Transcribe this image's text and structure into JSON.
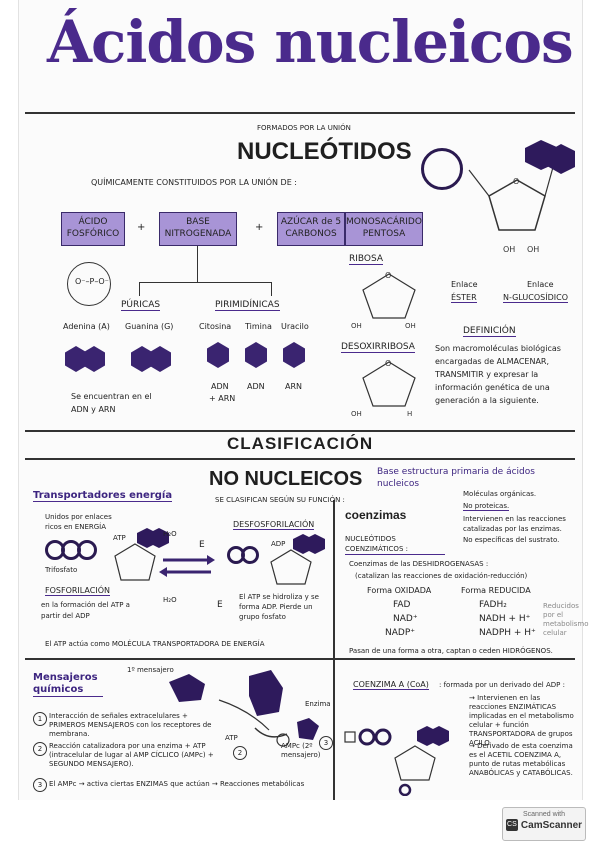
{
  "title": "Ácidos nucleicos",
  "section1": {
    "formados": "FORMADOS POR LA UNIÓN",
    "heading": "NUCLEÓTIDOS",
    "quimica": "QUÍMICAMENTE CONSTITUIDOS POR LA UNIÓN DE :",
    "box_acido": "ÁCIDO FOSFÓRICO",
    "box_base": "BASE NITROGENADA",
    "box_azucar_left": "AZÚCAR de 5 CARBONOS",
    "box_azucar_right": "MONOSACÁRIDO PENTOSA",
    "plus": "+",
    "puricas": "PÚRICAS",
    "pirimidinicas": "PIRIMIDÍNICAS",
    "adenina": "Adenina (A)",
    "guanina": "Guanina (G)",
    "citosina": "Citosina",
    "timina": "Timina",
    "uracilo": "Uracilo",
    "encuentran": "Se encuentran en el ADN y ARN",
    "adn": "ADN",
    "arn": "ARN",
    "plus_arn": "+ ARN",
    "ribosa": "RIBOSA",
    "desoxirribosa": "DESOXIRRIBOSA",
    "enlace_ester_1": "Enlace",
    "enlace_ester_2": "ÉSTER",
    "enlace_glu_1": "Enlace",
    "enlace_glu_2": "N-GLUCOSÍDICO",
    "definicion": "DEFINICIÓN",
    "definicion_text": "Son macromoléculas biológicas encargadas de ALMACENAR, TRANSMITIR y expresar la información genética de una generación a la siguiente."
  },
  "section2": {
    "heading": "CLASIFICACIÓN",
    "no_nucleicos": "NO NUCLEICOS",
    "base_estructura": "Base estructura primaria de ácidos nucleicos",
    "clasifican": "SE CLASIFICAN SEGÚN SU FUNCIÓN :",
    "transportadores": "Transportadores energía",
    "unidos": "Unidos por enlaces ricos en ENERGÍA",
    "trifosfato": "Trifosfato",
    "atp": "ATP",
    "adp": "ADP",
    "h2o": "H₂O",
    "e": "E",
    "fosforilacion": "FOSFORILACIÓN",
    "fosforilacion_text": "en la formación del ATP a partir del ADP",
    "desfosforilacion": "DESFOSFORILACIÓN",
    "desfosforilacion_text": "El ATP se hidroliza y se forma ADP. Pierde un grupo fosfato",
    "atp_actua": "El ATP actúa como MOLÉCULA TRANSPORTADORA DE ENERGÍA",
    "coenzimas": "coenzimas",
    "moleculas": "Moléculas orgánicas.",
    "no_proteicas": "No proteicas.",
    "intervienen": "Intervienen en las reacciones catalizadas por las enzimas.",
    "no_especificas": "No específicas del sustrato.",
    "nucleotidos_coenz": "NUCLEÓTIDOS COENZIMÁTICOS :",
    "coenz_deshidro": "Coenzimas de las DESHIDROGENASAS :",
    "catalizan": "(catalizan las reacciones de oxidación-reducción)",
    "forma_oxidada": "Forma OXIDADA",
    "forma_reducida": "Forma REDUCIDA",
    "fad": "FAD",
    "nad": "NAD⁺",
    "nadp": "NADP⁺",
    "fadh2": "FADH₂",
    "nadh": "NADH + H⁺",
    "nadph": "NADPH + H⁺",
    "reducidos": "Reducidos por el metabolismo celular",
    "pasan": "Pasan de una forma a otra, captan o ceden HIDRÓGENOS.",
    "coenzima_a": "COENZIMA A (CoA)",
    "formada": ": formada por un derivado del ADP :",
    "coa_interv": "→ Intervienen en las reacciones ENZIMÁTICAS implicadas en el metabolismo celular + función TRANSPORTADORA de grupos ACILO",
    "coa_deriv": "→ Derivado de esta coenzima es el ACETIL COENZIMA A, punto de rutas metabólicas ANABÓLICAS y CATABÓLICAS.",
    "mensajeros": "Mensajeros químicos",
    "primer_mensajero": "1º mensajero",
    "enzima": "Enzima",
    "ampc_label": "AMPc (2º mensajero)",
    "m1": "Interacción de señales extracelulares + PRIMEROS MENSAJEROS con los receptores de membrana.",
    "m2": "Reacción catalizadora por una enzima + ATP (intracelular de lugar al AMP CÍCLICO (AMPc) + SEGUNDO MENSAJERO).",
    "m3": "El AMPc → activa ciertas ENZIMAS que actúan → Reacciones metabólicas",
    "n1": "1",
    "n2": "2",
    "n3": "3"
  },
  "scanner": {
    "line1": "Scanned with",
    "line2": "CamScanner"
  }
}
